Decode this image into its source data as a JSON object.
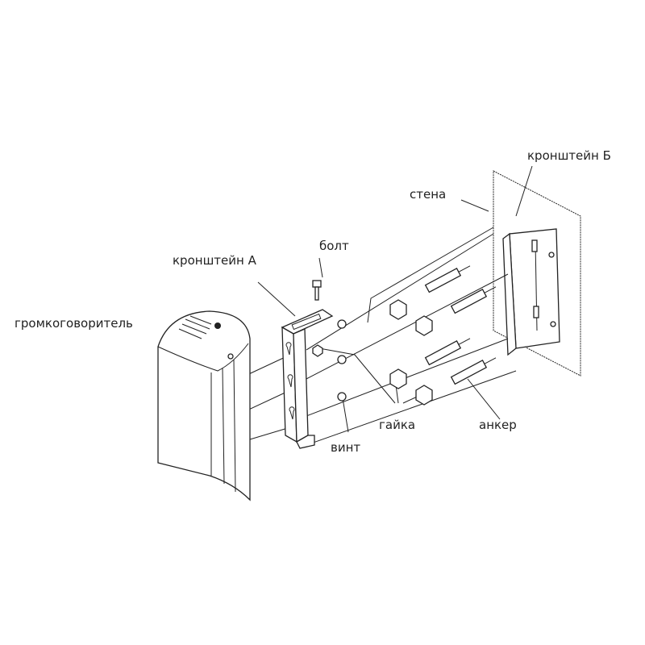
{
  "labels": {
    "bracket_b": "кронштейн Б",
    "wall": "стена",
    "bolt": "болт",
    "bracket_a": "кронштейн А",
    "speaker": "громкоговоритель",
    "nut": "гайка",
    "anchor": "анкер",
    "screw": "винт"
  }
}
